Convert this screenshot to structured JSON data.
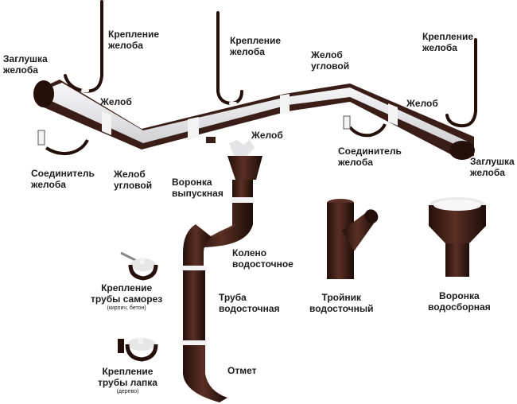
{
  "labels": {
    "end_cap_left": {
      "line1": "Заглушка",
      "line2": "желоба"
    },
    "bracket_1": {
      "line1": "Крепление",
      "line2": "желоба"
    },
    "bracket_2": {
      "line1": "Крепление",
      "line2": "желоба"
    },
    "corner_top": {
      "line1": "Желоб",
      "line2": "угловой"
    },
    "bracket_3": {
      "line1": "Крепление",
      "line2": "желоба"
    },
    "gutter_left": "Желоб",
    "gutter_right": "Желоб",
    "gutter_mid": "Желоб",
    "connector_left": {
      "line1": "Соединитель",
      "line2": "желоба"
    },
    "connector_right": {
      "line1": "Соединитель",
      "line2": "желоба"
    },
    "end_cap_right": {
      "line1": "Заглушка",
      "line2": "желоба"
    },
    "corner_bottom": {
      "line1": "Желоб",
      "line2": "угловой"
    },
    "outlet_funnel": {
      "line1": "Воронка",
      "line2": "выпускная"
    },
    "elbow": {
      "line1": "Колено",
      "line2": "водосточное"
    },
    "pipe_clamp_screw": {
      "line1": "Крепление",
      "line2": "трубы саморез",
      "note": "(кирпич, бетон)"
    },
    "pipe": {
      "line1": "Труба",
      "line2": "водосточная"
    },
    "tee": {
      "line1": "Тройник",
      "line2": "водосточный"
    },
    "collector_funnel": {
      "line1": "Воронка",
      "line2": "водосборная"
    },
    "pipe_clamp_paw": {
      "line1": "Крепление",
      "line2": "трубы лапка",
      "note": "(дерево)"
    },
    "outlet": "Отмет"
  },
  "colors": {
    "metal": "#3a1d16",
    "metal_dark": "#241009",
    "gutter_inner": "#e9e9ea",
    "band": "#f3f3f3",
    "text": "#1c1c1c"
  }
}
